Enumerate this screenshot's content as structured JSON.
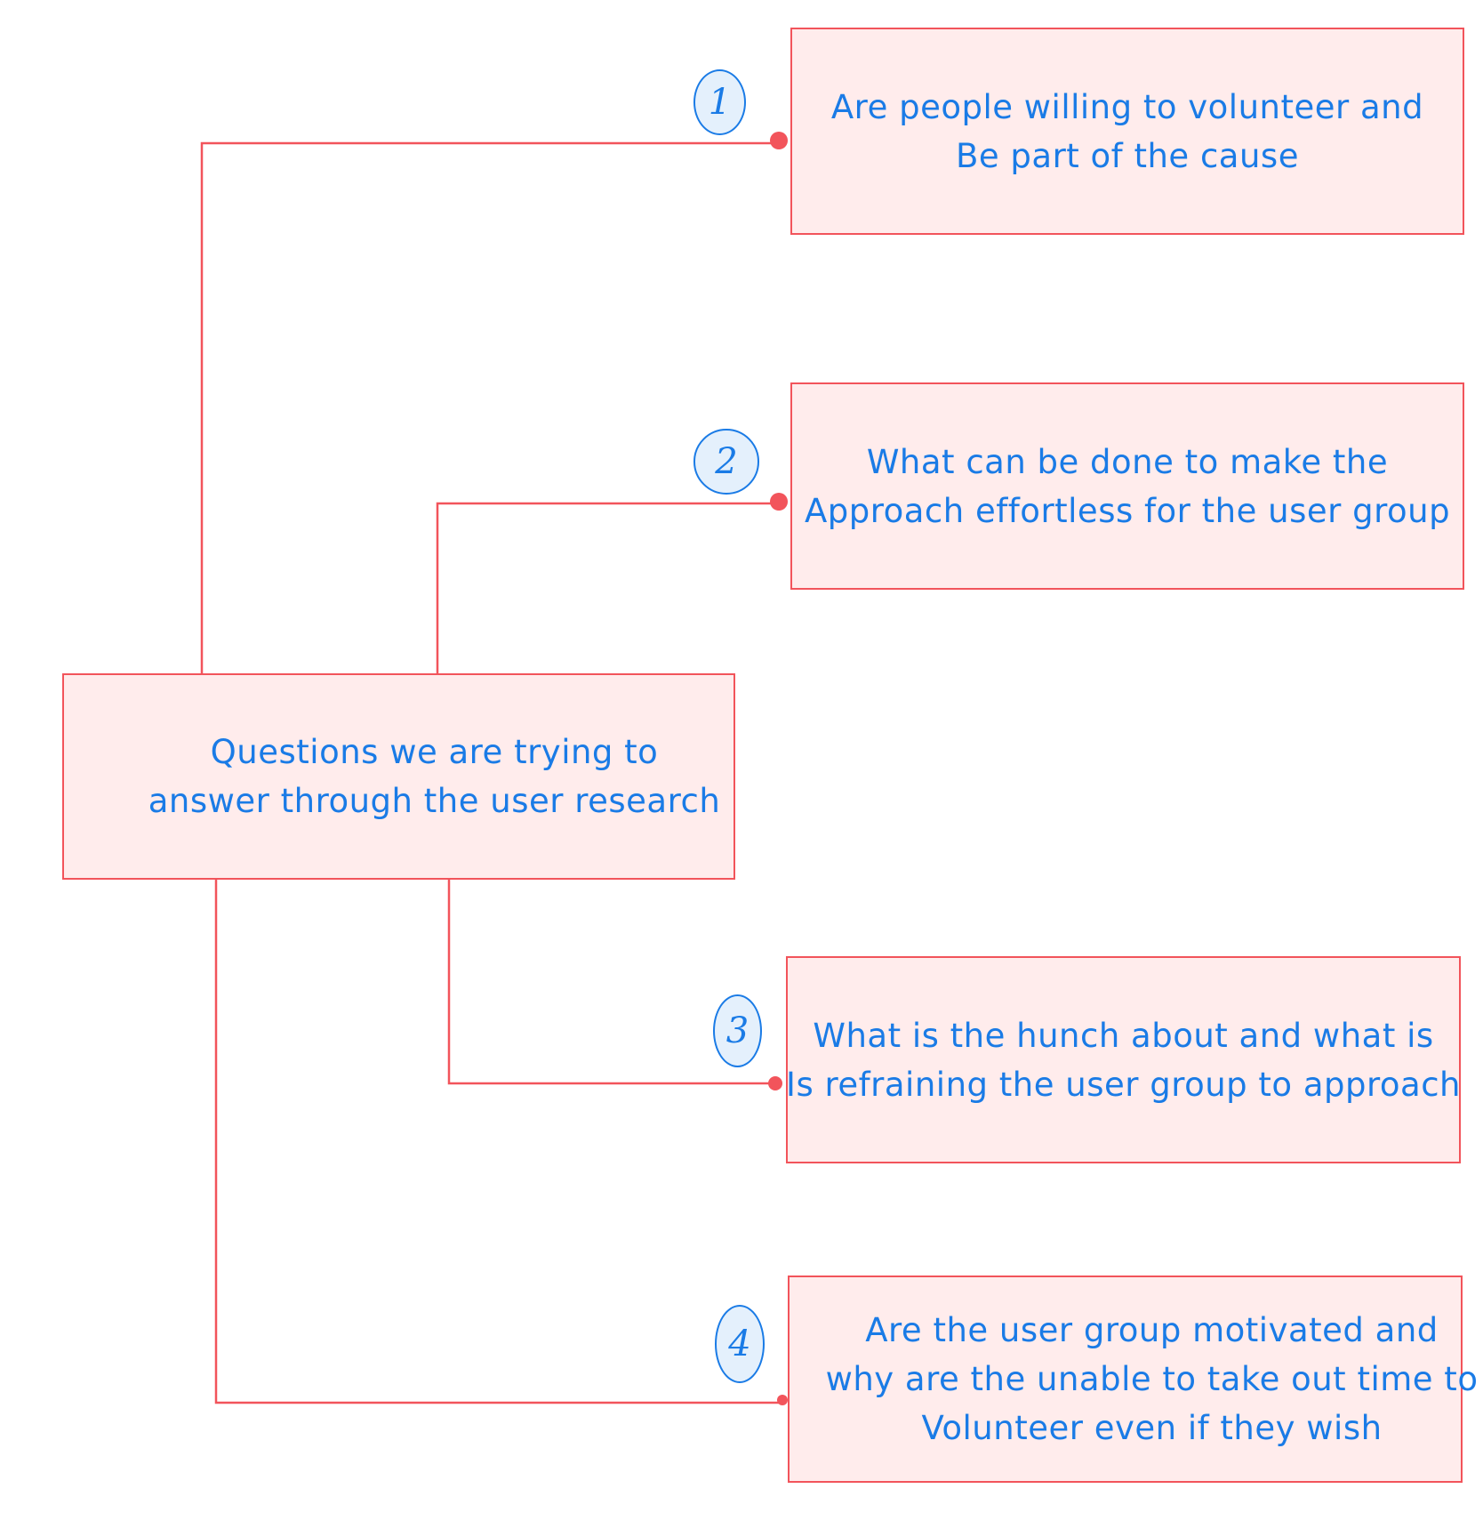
{
  "center": {
    "lines": [
      "Questions we are trying to",
      "answer through the user research"
    ]
  },
  "questions": [
    {
      "number": "1",
      "lines": [
        "Are people willing to volunteer and",
        "Be part of the cause"
      ]
    },
    {
      "number": "2",
      "lines": [
        "What can be done to make the",
        "Approach effortless for the user group"
      ]
    },
    {
      "number": "3",
      "lines": [
        "What is the hunch about and what is",
        "Is refraining the user group to approach"
      ]
    },
    {
      "number": "4",
      "lines": [
        "Are the user group motivated and",
        "why are the unable to take out time to",
        "Volunteer even if they wish"
      ]
    }
  ],
  "colors": {
    "box_fill": "#ffecec",
    "box_border": "#f2545b",
    "text": "#1a7be6",
    "badge_fill": "#e4f0fc"
  }
}
